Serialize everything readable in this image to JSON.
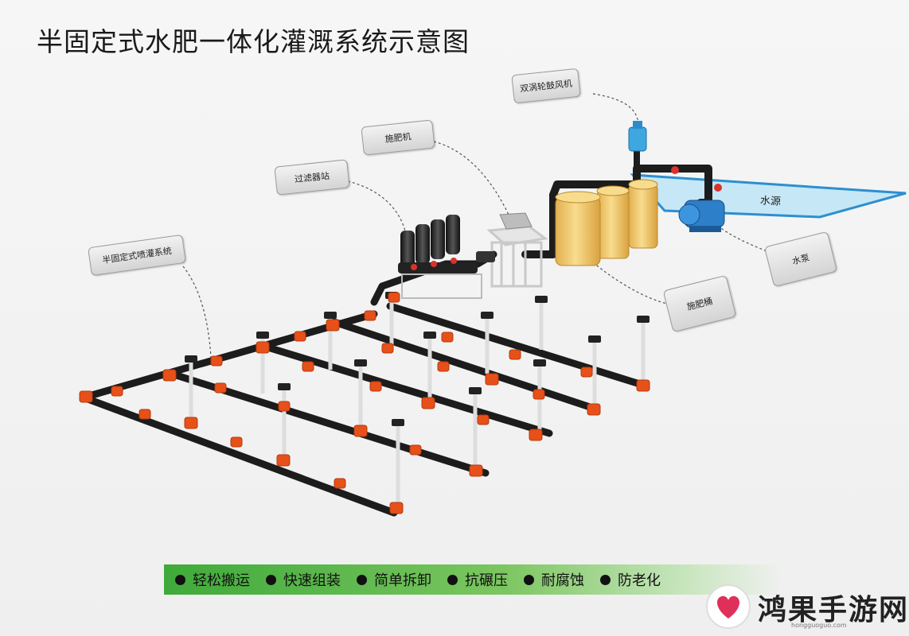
{
  "title": "半固定式水肥一体化灌溉系统示意图",
  "labels": {
    "blower": "双涡轮鼓风机",
    "fertilizer_machine": "施肥机",
    "filter_station": "过滤器站",
    "sprinkler_system": "半固定式喷灌系统",
    "water_source": "水源",
    "pump": "水泵",
    "fertilizer_tank": "施肥桶"
  },
  "features": [
    "轻松搬运",
    "快速组装",
    "简单拆卸",
    "抗碾压",
    "耐腐蚀",
    "防老化"
  ],
  "watermark": {
    "text": "鸿果手游网",
    "url": "hongguoguo.com"
  },
  "colors": {
    "pipe": "#1c1c1c",
    "fitting": "#e8501a",
    "tank": "#f2c96a",
    "water": "#bfe3f3",
    "pump": "#2d7fc9",
    "bar": "#3faa3a"
  }
}
